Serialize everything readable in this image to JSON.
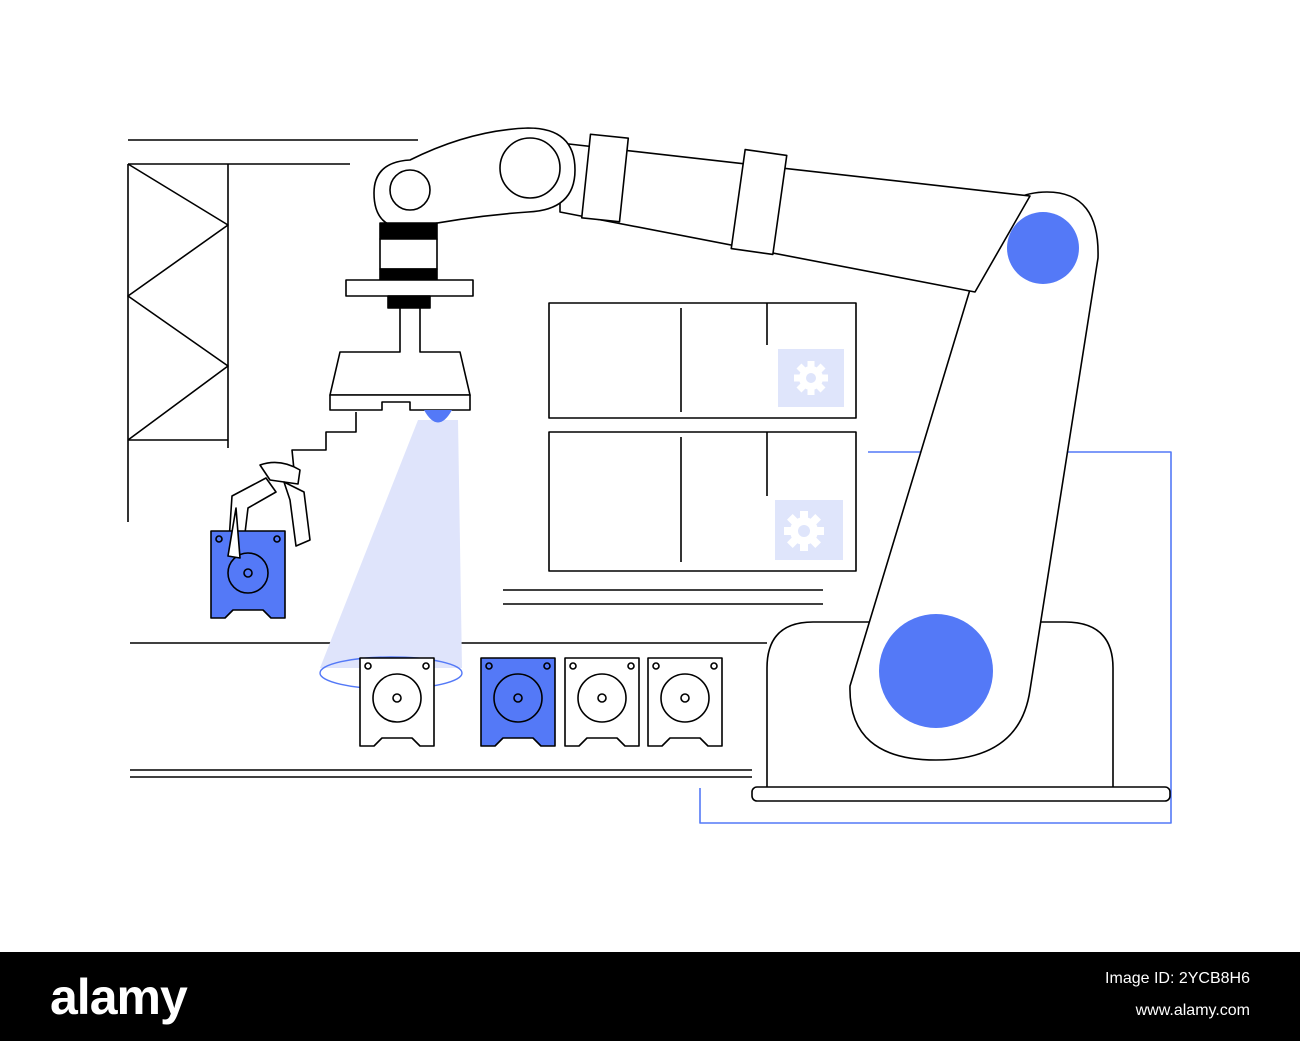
{
  "illustration": {
    "subject": "robotic-arm-sorting-disk-drives",
    "colors": {
      "line": "#000000",
      "accent": "#5479f7",
      "accent_light": "#dfe5fb",
      "accent_beam": "#dfe4fb",
      "background": "#ffffff"
    },
    "icons": [
      "gear-icon",
      "gear-icon"
    ]
  },
  "footer": {
    "brand": "alamy",
    "image_id": "Image ID: 2YCB8H6",
    "url": "www.alamy.com"
  }
}
